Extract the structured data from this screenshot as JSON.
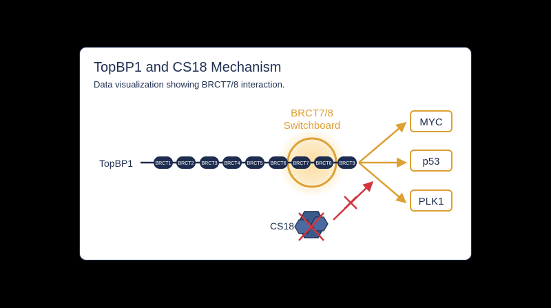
{
  "header": {
    "title": "TopBP1 and CS18 Mechanism",
    "subtitle": "Data visualization showing BRCT7/8 interaction."
  },
  "diagram": {
    "protein_label": "TopBP1",
    "domains": [
      "BRCT1",
      "BRCT2",
      "BRCT3",
      "BRCT4",
      "BRCT5",
      "BRCT6",
      "BRCT7",
      "BRCT8",
      "BRCT9"
    ],
    "switchboard_label_line1": "BRCT7/8",
    "switchboard_label_line2": "Switchboard",
    "targets": [
      "MYC",
      "p53",
      "PLK1"
    ],
    "inhibitor_label": "CS18",
    "colors": {
      "navy": "#1e2d4f",
      "gold": "#dca033",
      "red": "#d2353d",
      "inhibitor_blue": "#3b5a8c"
    }
  }
}
